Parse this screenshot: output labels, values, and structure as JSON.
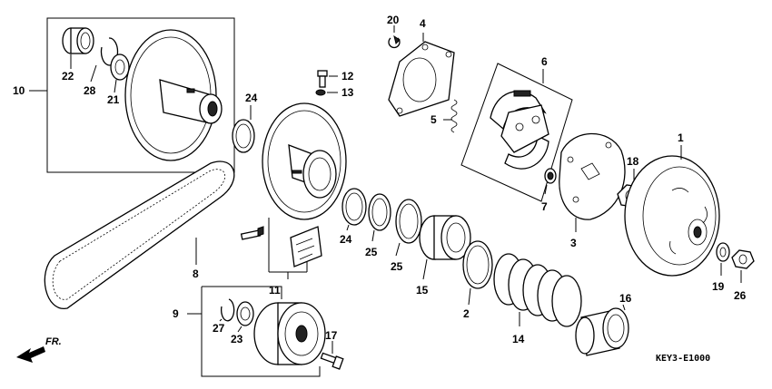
{
  "labels": {
    "p1": "1",
    "p2": "2",
    "p3": "3",
    "p4": "4",
    "p5": "5",
    "p6": "6",
    "p7": "7",
    "p8": "8",
    "p9": "9",
    "p10": "10",
    "p11": "11",
    "p12": "12",
    "p13": "13",
    "p14": "14",
    "p15": "15",
    "p16": "16",
    "p17": "17",
    "p18": "18",
    "p19": "19",
    "p20": "20",
    "p21": "21",
    "p22": "22",
    "p23": "23",
    "p24a": "24",
    "p24b": "24",
    "p25a": "25",
    "p25b": "25",
    "p26": "26",
    "p27": "27",
    "p28": "28"
  },
  "direction_label": "FR.",
  "diagram_code": "KEY3-E1000"
}
